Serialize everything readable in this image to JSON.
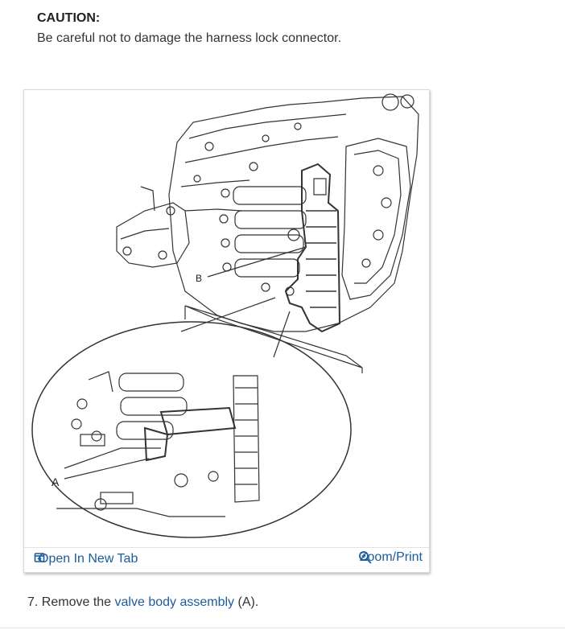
{
  "caution": {
    "title": "CAUTION:",
    "text": "Be careful not to damage the harness lock connector."
  },
  "figure": {
    "callout_b": "B",
    "callout_a": "A",
    "open_tab_label": "Open In New Tab",
    "zoom_label": "Zoom/Print"
  },
  "step": {
    "number": "7.",
    "before": "Remove the",
    "link": "valve body assembly",
    "after": "(A)."
  },
  "colors": {
    "link": "#1a5b9c",
    "text": "#333333"
  }
}
